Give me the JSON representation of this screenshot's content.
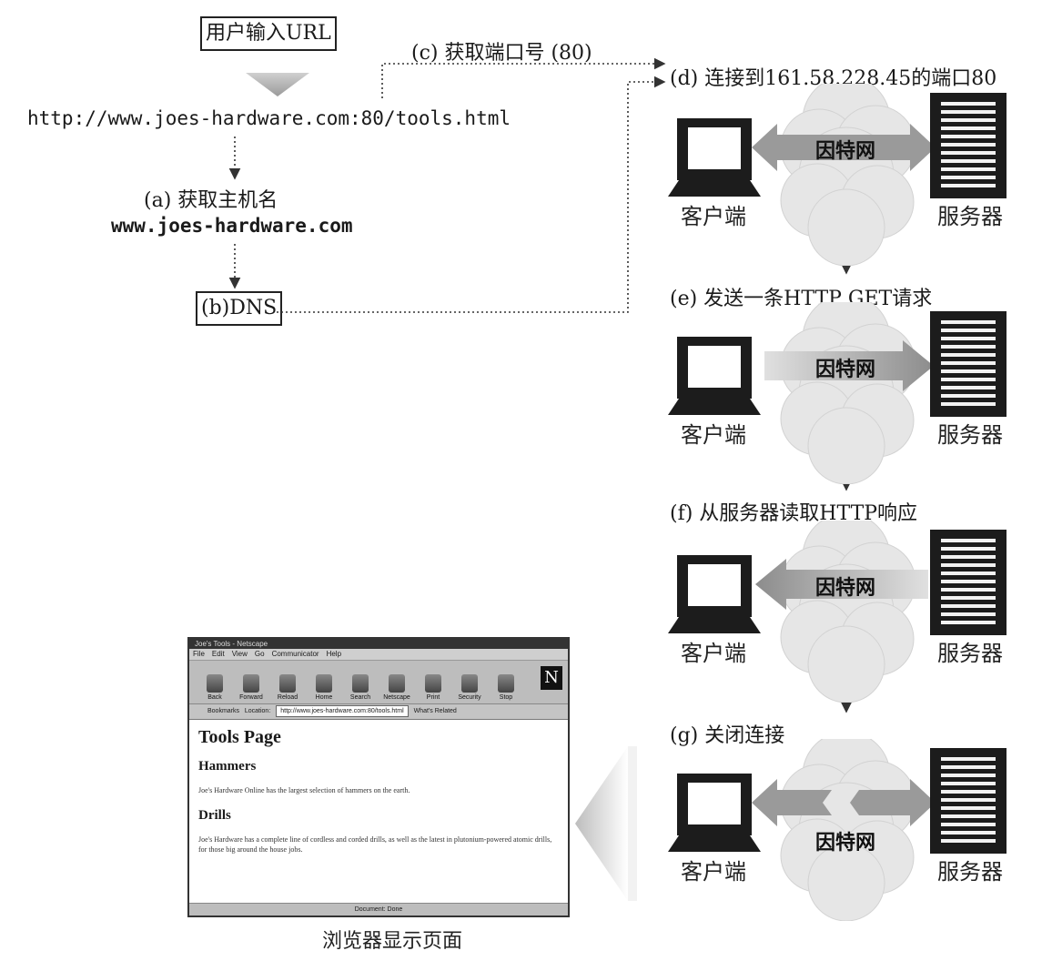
{
  "input_url_box": "用户输入URL",
  "url": "http://www.joes-hardware.com:80/tools.html",
  "step_a": "(a) 获取主机名",
  "hostname": "www.joes-hardware.com",
  "step_b": "(b)DNS",
  "step_c": "(c) 获取端口号 (80)",
  "step_d": "(d) 连接到161.58.228.45的端口80",
  "step_e": "(e) 发送一条HTTP GET请求",
  "step_f": "(f) 从服务器读取HTTP响应",
  "step_g": "(g) 关闭连接",
  "client_label": "客户端",
  "server_label": "服务器",
  "internet_label": "因特网",
  "browser_caption": "浏览器显示页面",
  "browser": {
    "title": "Joe's Tools - Netscape",
    "menu": [
      "File",
      "Edit",
      "View",
      "Go",
      "Communicator",
      "Help"
    ],
    "toolbar": [
      "Back",
      "Forward",
      "Reload",
      "Home",
      "Search",
      "Netscape",
      "Print",
      "Security",
      "Stop"
    ],
    "bookmarks": "Bookmarks",
    "location_label": "Location:",
    "location_url": "http://www.joes-hardware.com:80/tools.html",
    "related": "What's Related",
    "page_title": "Tools Page",
    "h_hammers": "Hammers",
    "p_hammers": "Joe's Hardware Online has the largest selection of hammers on the earth.",
    "h_drills": "Drills",
    "p_drills": "Joe's Hardware has a complete line of cordless and corded drills, as well as the latest in plutonium-powered atomic drills, for those big around the house jobs.",
    "status": "Document: Done"
  },
  "colors": {
    "arrow_gray": "#9a9a9a",
    "cloud": "#e6e6e6",
    "dark": "#1c1c1c"
  }
}
